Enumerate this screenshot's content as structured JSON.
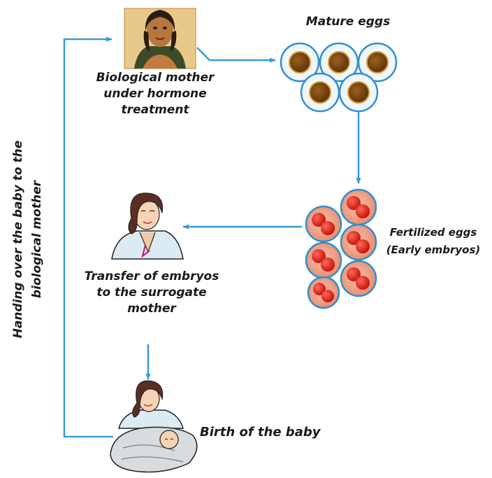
{
  "diagram": {
    "title": "",
    "steps": {
      "biological_mother": {
        "lines": [
          "Biological mother",
          "under hormone",
          "treatment"
        ]
      },
      "mature_eggs": {
        "label": "Mature eggs"
      },
      "fertilized_eggs": {
        "lines": [
          "Fertilized eggs",
          "(Early embryos)"
        ]
      },
      "transfer": {
        "lines": [
          "Transfer of embryos",
          "to the surrogate",
          "mother"
        ]
      },
      "birth": {
        "label": "Birth of the baby"
      }
    },
    "return_path": {
      "lines": [
        "Handing over the baby to the",
        "biological mother"
      ]
    },
    "colors": {
      "arrow": "#3a9ad4",
      "egg_outer": "#2f8fd1",
      "egg_fill": "#f1f6fa",
      "egg_yolk": "#7b4a12",
      "embryo_outer": "#2f8fd1",
      "embryo_fill": "#f0a68c",
      "embryo_cell": "#e0251b",
      "text": "#1a1a1a"
    },
    "icons": [
      "woman-portrait-icon",
      "egg-cluster-icon",
      "embryo-cluster-icon",
      "surrogate-woman-icon",
      "mother-with-baby-icon"
    ]
  }
}
